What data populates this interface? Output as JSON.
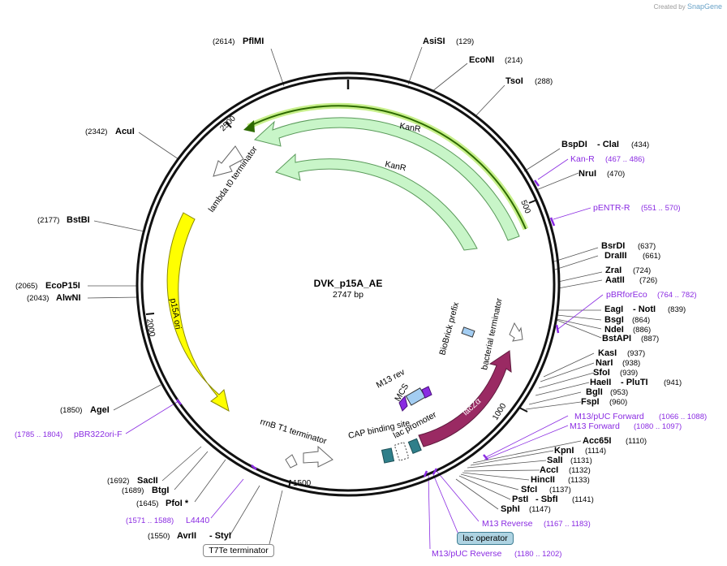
{
  "brand": {
    "created_by": "Created by",
    "app": "SnapGene"
  },
  "plasmid": {
    "name": "DVK_p15A_AE",
    "length": "2747 bp"
  },
  "ring_ticks": [
    "500",
    "1000",
    "1500",
    "2000",
    "2500"
  ],
  "features": {
    "kanr_outer": "KanR",
    "kanr_inner": "KanR",
    "lambda": "lambda t0 terminator",
    "p15a": "p15A ori",
    "rrnb": "rrnB T1 terminator",
    "cap": "CAP binding site",
    "lac_promoter": "lac promoter",
    "m13rev": "M13 rev",
    "mcs": "MCS",
    "biobrick": "BioBrick prefix",
    "bacterial": "bacterial terminator",
    "lacza": "lacZα",
    "t7te": "T7Te terminator",
    "lac_operator": "lac operator"
  },
  "sites": {
    "pflmi": {
      "name": "PflMI",
      "pos": "(2614)"
    },
    "asisi": {
      "name": "AsiSI",
      "pos": "(129)"
    },
    "econi": {
      "name": "EcoNI",
      "pos": "(214)"
    },
    "tsoi": {
      "name": "TsoI",
      "pos": "(288)"
    },
    "acui": {
      "name": "AcuI",
      "pos": "(2342)"
    },
    "bspdi": {
      "name": "BspDI",
      "sep": "- ClaI",
      "pos": "(434)"
    },
    "nrui": {
      "name": "NruI",
      "pos": "(470)"
    },
    "bstbi": {
      "name": "BstBI",
      "pos": "(2177)"
    },
    "bsrdi": {
      "name": "BsrDI",
      "pos": "(637)"
    },
    "draiii": {
      "name": "DraIII",
      "pos": "(661)"
    },
    "zrai": {
      "name": "ZraI",
      "pos": "(724)"
    },
    "aatii": {
      "name": "AatII",
      "pos": "(726)"
    },
    "ecop15i": {
      "name": "EcoP15I",
      "pos": "(2065)"
    },
    "alwni": {
      "name": "AlwNI",
      "pos": "(2043)"
    },
    "eagi": {
      "name": "EagI",
      "sep": "- NotI",
      "pos": "(839)"
    },
    "bsgi": {
      "name": "BsgI",
      "pos": "(864)"
    },
    "ndei": {
      "name": "NdeI",
      "pos": "(886)"
    },
    "bstapi": {
      "name": "BstAPI",
      "pos": "(887)"
    },
    "kasi": {
      "name": "KasI",
      "pos": "(937)"
    },
    "nari": {
      "name": "NarI",
      "pos": "(938)"
    },
    "sfoi": {
      "name": "SfoI",
      "pos": "(939)"
    },
    "haeii": {
      "name": "HaeII",
      "sep": "- PluTI",
      "pos": "(941)"
    },
    "bgli": {
      "name": "BglI",
      "pos": "(953)"
    },
    "fspi": {
      "name": "FspI",
      "pos": "(960)"
    },
    "agei": {
      "name": "AgeI",
      "pos": "(1850)"
    },
    "acc65i": {
      "name": "Acc65I",
      "pos": "(1110)"
    },
    "kpni": {
      "name": "KpnI",
      "pos": "(1114)"
    },
    "sali": {
      "name": "SalI",
      "pos": "(1131)"
    },
    "acci": {
      "name": "AccI",
      "pos": "(1132)"
    },
    "hincii": {
      "name": "HincII",
      "pos": "(1133)"
    },
    "sfci": {
      "name": "SfcI",
      "pos": "(1137)"
    },
    "psti": {
      "name": "PstI",
      "sep": "- SbfI",
      "pos": "(1141)"
    },
    "sphi": {
      "name": "SphI",
      "pos": "(1147)"
    },
    "sacii": {
      "name": "SacII",
      "pos": "(1692)"
    },
    "btgi": {
      "name": "BtgI",
      "pos": "(1689)"
    },
    "pfoi": {
      "name": "PfoI *",
      "pos": "(1645)"
    },
    "avrii": {
      "name": "AvrII",
      "sep": "- StyI",
      "pos": "(1550)"
    }
  },
  "primers": {
    "kanr_p": {
      "name": "Kan-R",
      "pos": "(467 .. 486)"
    },
    "pentr": {
      "name": "pENTR-R",
      "pos": "(551 .. 570)"
    },
    "pbrfor": {
      "name": "pBRforEco",
      "pos": "(764 .. 782)"
    },
    "m13puc_f": {
      "name": "M13/pUC Forward",
      "pos": "(1066 .. 1088)"
    },
    "m13_f": {
      "name": "M13 Forward",
      "pos": "(1080 .. 1097)"
    },
    "pbr322": {
      "name": "pBR322ori-F",
      "pos": "(1785 .. 1804)"
    },
    "m13_r": {
      "name": "M13 Reverse",
      "pos": "(1167 .. 1183)"
    },
    "m13puc_r": {
      "name": "M13/pUC Reverse",
      "pos": "(1180 .. 1202)"
    },
    "l4440": {
      "name": "L4440",
      "pos": "(1571 .. 1588)"
    }
  },
  "colors": {
    "kanr_fill": "#c8f5c8",
    "kanr_stroke": "#5a9a5a",
    "ori_fill": "#ffff00",
    "lacz_fill": "#9a2a63",
    "mcs_fill": "#a3cdf2",
    "cap_fill": "#2f7f8a",
    "primer": "#8a2be2",
    "selected": "#2d6a00",
    "selected_halo": "#c8f08c"
  }
}
